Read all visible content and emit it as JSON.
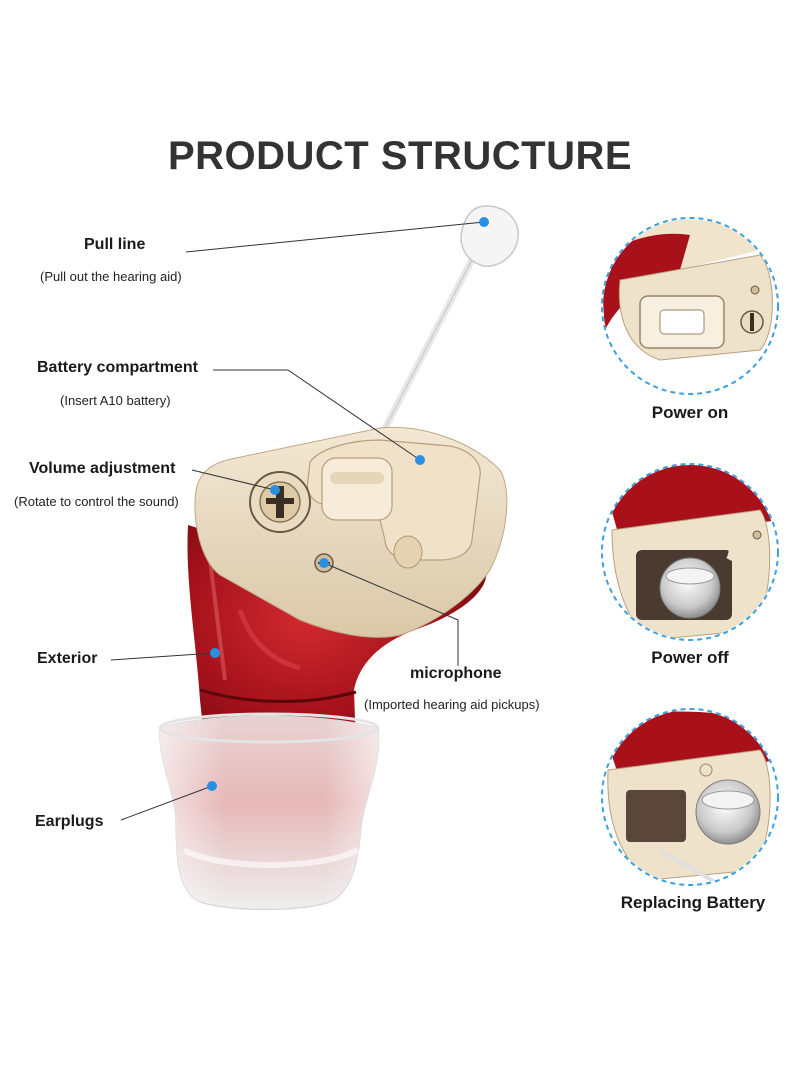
{
  "title": "PRODUCT STRUCTURE",
  "callouts": {
    "pull_line": {
      "label": "Pull line",
      "note": "(Pull out the hearing aid)"
    },
    "battery": {
      "label": "Battery compartment",
      "note": "(Insert A10 battery)"
    },
    "volume": {
      "label": "Volume adjustment",
      "note": "(Rotate to control the sound)"
    },
    "exterior": {
      "label": "Exterior"
    },
    "microphone": {
      "label": "microphone",
      "note": "(Imported hearing aid pickups)"
    },
    "earplugs": {
      "label": "Earplugs"
    }
  },
  "steps": [
    {
      "caption": "Power on"
    },
    {
      "caption": "Power off"
    },
    {
      "caption": "Replacing Battery"
    }
  ],
  "colors": {
    "shell_red": "#a8101a",
    "faceplate_beige": "#eadcc2",
    "dot_blue": "#2a8fe0",
    "circle_dash": "#3aa0e0"
  }
}
